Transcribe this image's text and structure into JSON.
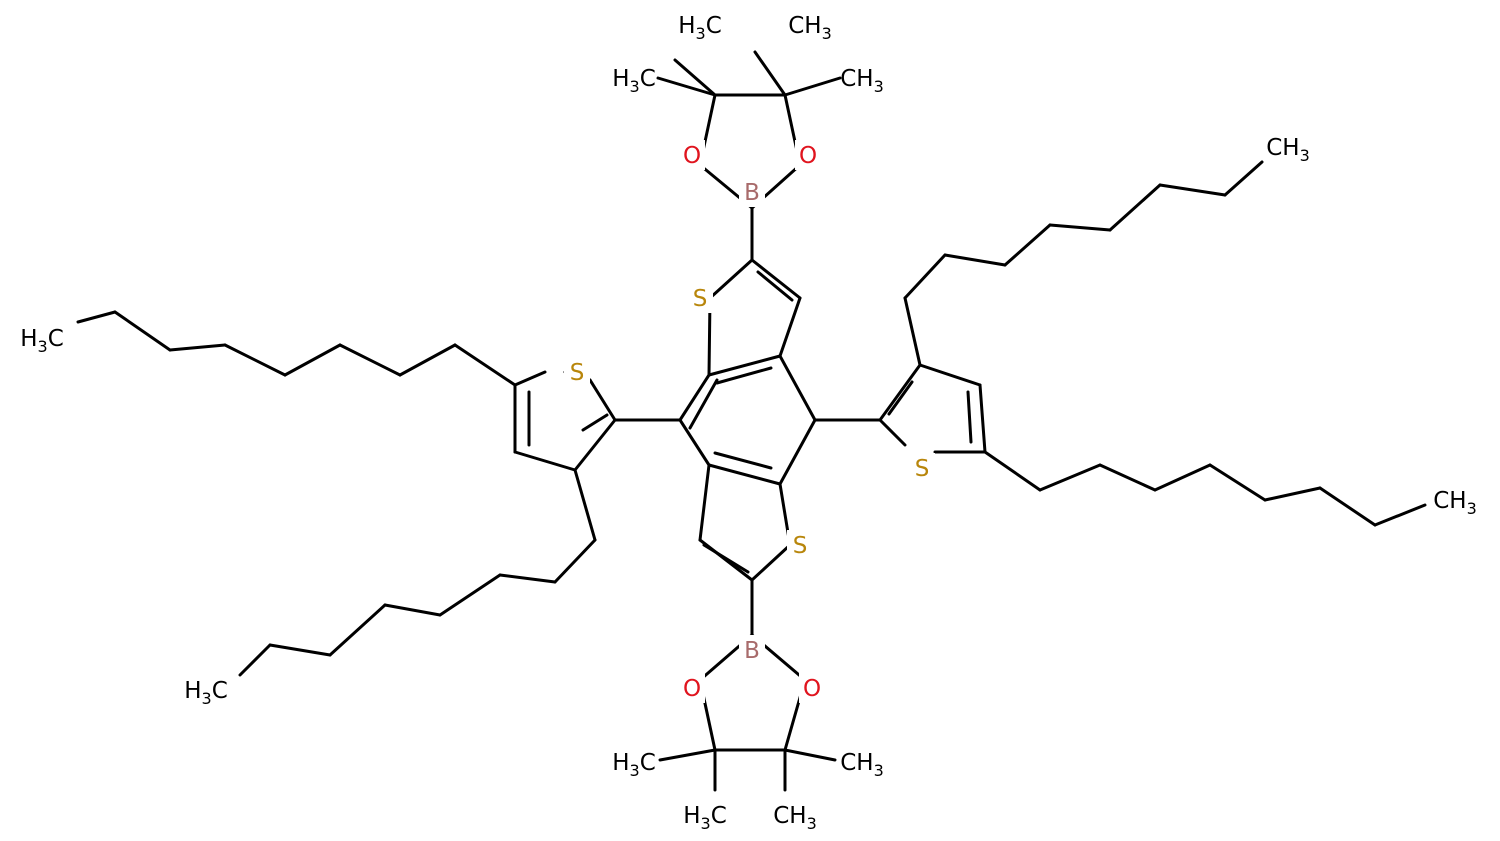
{
  "colors": {
    "bond": "#000000",
    "carbon": "#000000",
    "sulfur": "#b8860b",
    "oxygen": "#e0141e",
    "boron": "#a86b6b"
  },
  "labels": {
    "s_thio_top": "S",
    "s_thio_bottom": "S",
    "s_thienyl_left": "S",
    "s_thienyl_right": "S",
    "b_top": "B",
    "b_bottom": "B",
    "o_top_left": "O",
    "o_top_right": "O",
    "o_bottom_left": "O",
    "o_bottom_right": "O",
    "ch3": {
      "main": "CH",
      "sub": "3"
    },
    "h3c": {
      "main": "H",
      "sub": "3",
      "tail": "C"
    }
  }
}
